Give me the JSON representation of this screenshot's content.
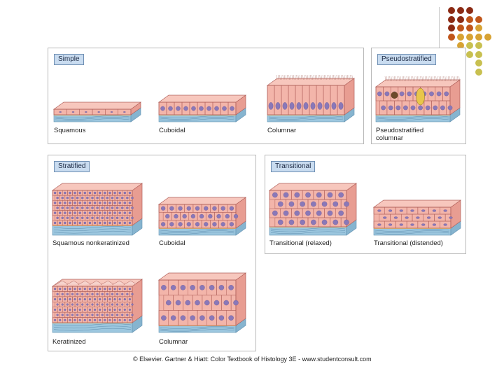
{
  "slide": {
    "copyright": "© Elsevier. Gartner & Hiatt: Color Textbook of Histology 3E - www.studentconsult.com",
    "dot_colors": [
      "#8b2a14",
      "#c0561b",
      "#d7a233",
      "#c8c050"
    ]
  },
  "panels": {
    "simple": {
      "title": "Simple",
      "items": [
        {
          "label": "Squamous"
        },
        {
          "label": "Cuboidal"
        },
        {
          "label": "Columnar"
        }
      ]
    },
    "pseudostratified": {
      "title": "Pseudostratified",
      "items": [
        {
          "label": "Pseudostratified columnar"
        }
      ]
    },
    "stratified": {
      "title": "Stratified",
      "items": [
        {
          "label": "Squamous nonkeratinized"
        },
        {
          "label": "Cuboidal"
        },
        {
          "label": "Keratinized"
        },
        {
          "label": "Columnar"
        }
      ]
    },
    "transitional": {
      "title": "Transitional",
      "items": [
        {
          "label": "Transitional (relaxed)"
        },
        {
          "label": "Transitional (distended)"
        }
      ]
    }
  },
  "colors": {
    "cell_pink": "#f3b5aa",
    "cell_line": "#b0605a",
    "nucleus": "#8a78b8",
    "basement": "#e8d27a",
    "connective": "#9cc7df",
    "title_bg": "#c9dcf0"
  }
}
